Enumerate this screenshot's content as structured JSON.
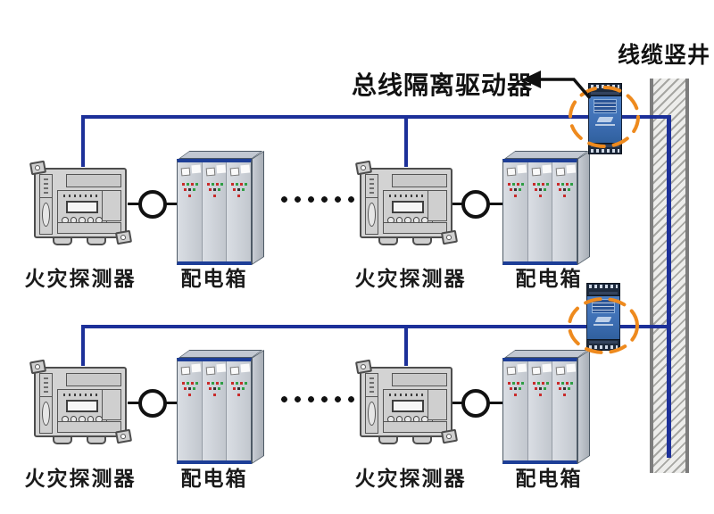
{
  "diagram": {
    "bus_isolator_label": "总线隔离驱动器",
    "cable_shaft_label": "线缆竖井"
  },
  "rows": [
    {
      "units": [
        {
          "type": "fire-detector",
          "label": "火灾探测器"
        },
        {
          "type": "distribution-box",
          "label": "配电箱"
        },
        {
          "type": "fire-detector",
          "label": "火灾探测器"
        },
        {
          "type": "distribution-box",
          "label": "配电箱"
        }
      ]
    },
    {
      "units": [
        {
          "type": "fire-detector",
          "label": "火灾探测器"
        },
        {
          "type": "distribution-box",
          "label": "配电箱"
        },
        {
          "type": "fire-detector",
          "label": "火灾探测器"
        },
        {
          "type": "distribution-box",
          "label": "配电箱"
        }
      ]
    }
  ],
  "colors": {
    "bus_line": "#1c3099",
    "highlight_ring": "#ee8a1e",
    "cabinet_trim": "#1d3e97",
    "module_body": "#3e6fb4",
    "background": "#ffffff"
  }
}
